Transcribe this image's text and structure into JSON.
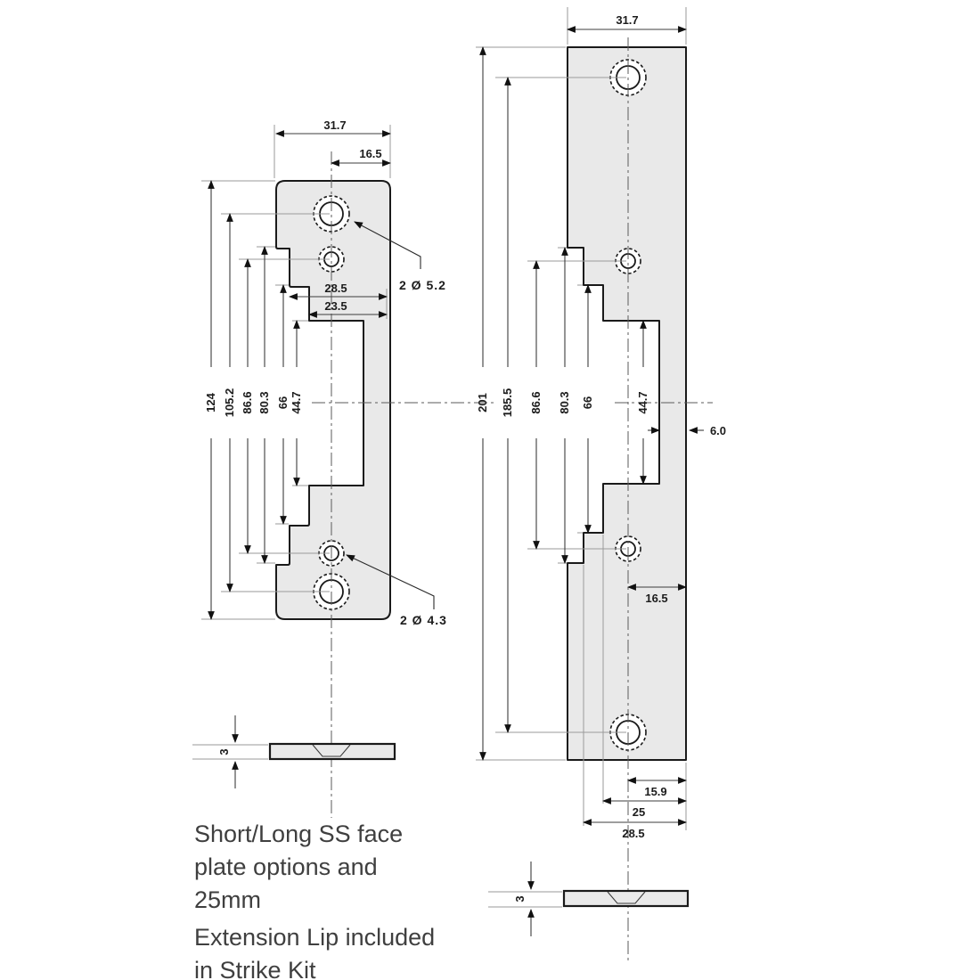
{
  "note": {
    "lines": [
      "Short/Long SS face",
      "plate options and",
      "25mm",
      "Extension Lip included",
      "in Strike Kit"
    ]
  },
  "left_plate": {
    "dims": {
      "width": "31.7",
      "hole_to_edge": "16.5",
      "height": "124",
      "outer_hole_spacing": "105.2",
      "inner_hole_spacing": "86.6",
      "upper_step_height": "80.3",
      "recess_height": "66",
      "cutout_height": "44.7",
      "step_width": "28.5",
      "recess_width": "23.5",
      "thickness": "3"
    },
    "hole_labels": {
      "top": "2 Ø 5.2",
      "bottom": "2 Ø 4.3"
    }
  },
  "right_plate": {
    "dims": {
      "width": "31.7",
      "height": "201",
      "hole_spacing": "185.5",
      "inner_hole_spacing": "86.6",
      "upper_step_height": "80.3",
      "recess_height": "66",
      "cutout_height": "44.7",
      "lip_width": "6.0",
      "hole_to_edge": "16.5",
      "bottom_hole_to_edge": "15.9",
      "bottom_recess_width": "25",
      "bottom_step_width": "28.5",
      "thickness": "3"
    }
  },
  "colors": {
    "plate_fill": "#e9e9e9",
    "line": "#1a1a1a",
    "dim_line": "#3c3c3c"
  }
}
